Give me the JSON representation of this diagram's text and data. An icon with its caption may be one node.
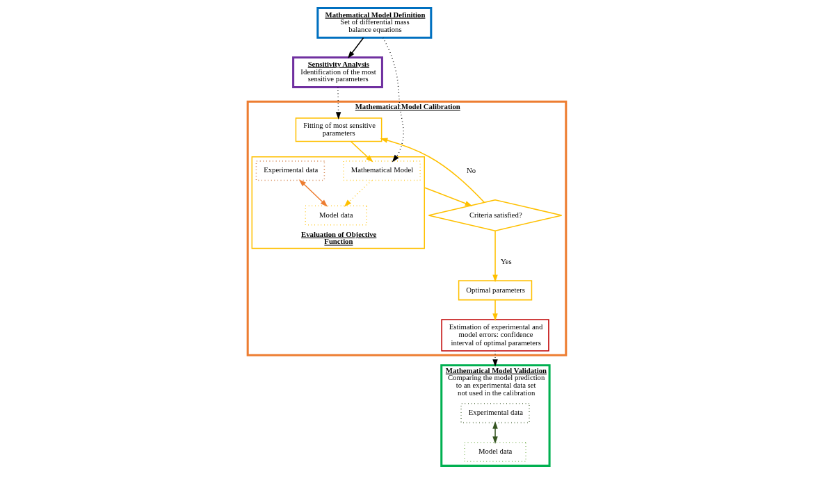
{
  "diagram": {
    "nodes": [
      {
        "text": [
          "Mathematical Model Definition",
          "Set of differential mass balance equations"
        ]
      },
      {
        "text": [
          "Sensitivity Analysis",
          "Identification of the most sensitive parameters"
        ]
      },
      {
        "text": [
          "Mathematical Model Calibration"
        ]
      },
      {
        "text": [
          "Fitting of most sensitive parameters"
        ],
        "in": 2
      },
      {
        "text": [
          "Evaluation of Objective Function"
        ],
        "in": 2
      },
      {
        "text": [
          "Mathematical Model"
        ],
        "in": 4
      },
      {
        "text": [
          "Experimental data"
        ],
        "in": 4
      },
      {
        "text": [
          "Model data"
        ],
        "in": 4
      },
      {
        "text": [
          "Criteria satisfied?"
        ],
        "in": 2
      },
      {
        "text": [
          "Estimation of experimental and model errors: confidence interval of optimal parameters"
        ],
        "in": 2
      },
      {
        "text": [
          "Optimal parameters"
        ],
        "in": 2
      },
      {
        "text": [
          "Mathematical Model Validation",
          "Comparing the model prediction to an experimental data set not used in the calibration"
        ]
      },
      {
        "text": [
          "Experimental data"
        ],
        "in": 11
      },
      {
        "text": [
          "Model data"
        ],
        "in": 11
      }
    ],
    "edges": [
      {
        "from": 0,
        "to": 1,
        "arrow": "to",
        "color": "#000000"
      },
      {
        "from": 0,
        "to": 5,
        "arrow": "to",
        "style": "dashed",
        "color": "#000000"
      },
      {
        "from": 1,
        "to": 3,
        "arrow": "to",
        "style": "dashed",
        "color": "#000000"
      },
      {
        "from": 3,
        "to": 5,
        "arrow": "to"
      },
      {
        "from": 5,
        "to": 7,
        "arrow": "to",
        "style": "dashed"
      },
      {
        "from": 6,
        "to": 7,
        "arrow": "both",
        "color": "#ed7d31"
      },
      {
        "from": 4,
        "to": 8,
        "arrow": "to"
      },
      {
        "from": 8,
        "to": 3,
        "arrow": "to",
        "label": "No"
      },
      {
        "from": 8,
        "to": 10,
        "arrow": "to",
        "label": "Yes"
      },
      {
        "from": 10,
        "to": 9,
        "arrow": "to"
      },
      {
        "from": 9,
        "to": 11,
        "arrow": "to",
        "style": "dashed",
        "color": "#000000"
      },
      {
        "from": 12,
        "to": 13,
        "arrow": "both",
        "color": "#375623"
      }
    ]
  }
}
